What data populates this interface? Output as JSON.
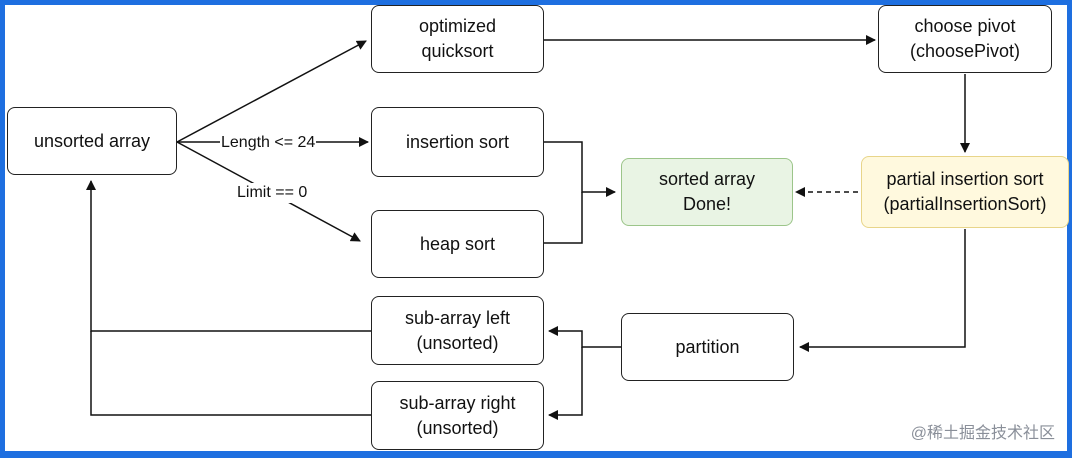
{
  "nodes": {
    "unsorted_array": "unsorted array",
    "optimized_quicksort": [
      "optimized",
      "quicksort"
    ],
    "choose_pivot": [
      "choose pivot",
      "(choosePivot)"
    ],
    "insertion_sort": "insertion sort",
    "heap_sort": "heap sort",
    "sorted_array": [
      "sorted array",
      "Done!"
    ],
    "partial_insertion_sort": [
      "partial insertion sort",
      "(partialInsertionSort)"
    ],
    "sub_array_left": [
      "sub-array left",
      "(unsorted)"
    ],
    "sub_array_right": [
      "sub-array right",
      "(unsorted)"
    ],
    "partition": "partition"
  },
  "edge_labels": {
    "length_condition": "Length <= 24",
    "limit_condition": "Limit == 0"
  },
  "colors": {
    "sorted_fill": "#e9f4e4",
    "sorted_border": "#9cc58a",
    "partial_fill": "#fff9de",
    "partial_border": "#e8d58a"
  },
  "watermark": "@稀土掘金技术社区"
}
